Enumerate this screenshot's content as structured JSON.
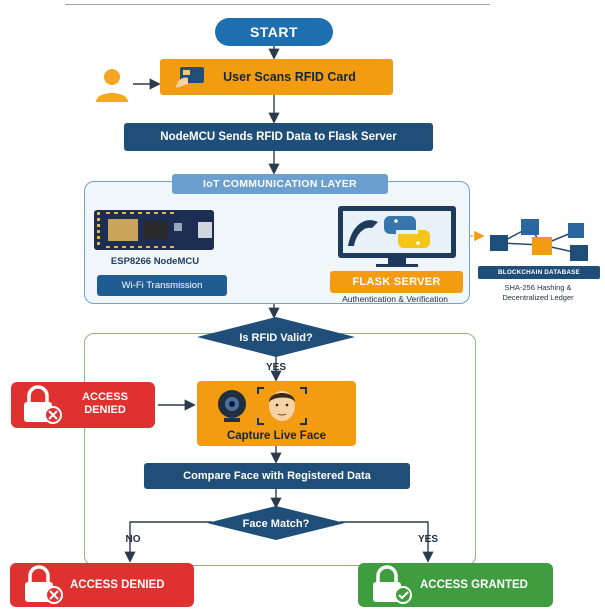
{
  "start_label": "START",
  "step_scan": "User Scans RFID Card",
  "step_send": "NodeMCU Sends RFID Data to Flask Server",
  "iot_layer": {
    "title": "IoT COMMUNICATION LAYER",
    "board_label": "ESP8266 NodeMCU",
    "wifi_label": "Wi-Fi Transmission",
    "server_label": "FLASK SERVER",
    "server_sub": "Authentication & Verification"
  },
  "blockchain": {
    "label": "BLOCKCHAIN DATABASE",
    "sub_line1": "SHA-256 Hashing &",
    "sub_line2": "Decentralized Ledger"
  },
  "decision_rfid": "Is RFID Valid?",
  "yes_label_1": "YES",
  "denied_1": {
    "line1": "ACCESS",
    "line2": "DENIED"
  },
  "capture_label": "Capture Live Face",
  "compare_label": "Compare Face with Registered Data",
  "decision_face": "Face Match?",
  "no_label": "NO",
  "yes_label_2": "YES",
  "denied_2": "ACCESS DENIED",
  "granted": "ACCESS GRANTED",
  "colors": {
    "orange": "#f39c12",
    "navy": "#1f4e79",
    "blue": "#1e6fb0",
    "red": "#e03131",
    "green": "#3f9d3f"
  }
}
